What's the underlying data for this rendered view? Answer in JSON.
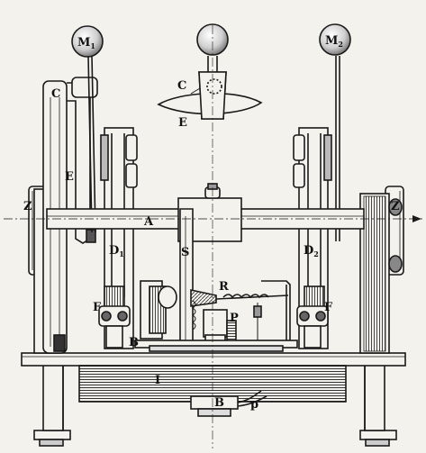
{
  "labels": {
    "M1": "M",
    "M1_sub": "1",
    "M2": "M",
    "M2_sub": "2",
    "C_detail": "C",
    "E_detail": "E",
    "C_left": "C",
    "E_left": "E",
    "Z_left": "Z",
    "Z_right": "Z",
    "A": "A",
    "S": "S",
    "D1": "D",
    "D1_sub": "1",
    "D2": "D",
    "D2_sub": "2",
    "R": "R",
    "F_left": "F",
    "F_right": "F",
    "P": "P",
    "B_upper": "B",
    "I": "I",
    "B_lower": "B",
    "p": "p"
  },
  "colors": {
    "ink": "#1a1a1a",
    "paper": "#f4f2ec",
    "hatch": "#444444"
  }
}
